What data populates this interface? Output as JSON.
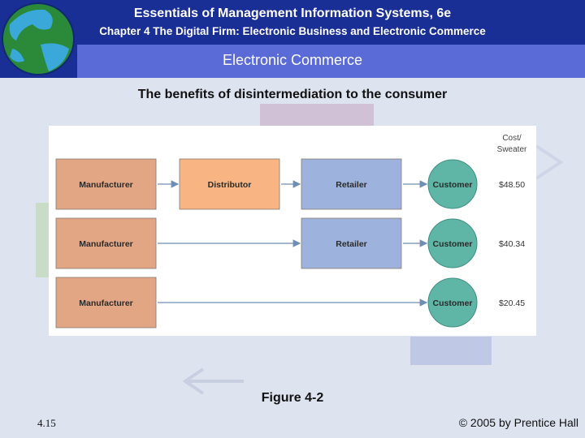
{
  "header": {
    "title": "Essentials of Management Information Systems, 6e",
    "chapter": "Chapter 4 The Digital Firm: Electronic Business and Electronic Commerce",
    "section": "Electronic Commerce"
  },
  "caption": "The benefits of disintermediation to the consumer",
  "diagram": {
    "cost_header_line1": "Cost/",
    "cost_header_line2": "Sweater",
    "rows": [
      {
        "steps": [
          "Manufacturer",
          "Distributor",
          "Retailer",
          "Customer"
        ],
        "cost": "$48.50"
      },
      {
        "steps": [
          "Manufacturer",
          "Retailer",
          "Customer"
        ],
        "cost": "$40.34"
      },
      {
        "steps": [
          "Manufacturer",
          "Customer"
        ],
        "cost": "$20.45"
      }
    ],
    "colors": {
      "manufacturer": "#e3a684",
      "distributor": "#f8b583",
      "retailer": "#9db3dd",
      "customer": "#5fb6a7",
      "arrow": "#6e8fb5"
    }
  },
  "figure_label": "Figure 4-2",
  "footer": {
    "slide_number": "4.15",
    "copyright": "© 2005 by Prentice Hall"
  }
}
